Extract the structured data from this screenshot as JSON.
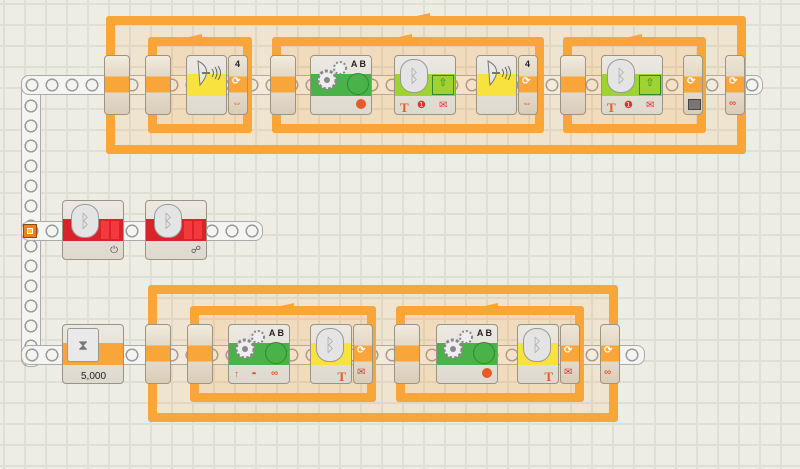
{
  "app": "LEGO MINDSTORMS NXT-G program canvas",
  "start_point": {
    "icon": "sequence-start-icon"
  },
  "top_sequence": {
    "outer_loop": {
      "control": "forever",
      "control_icon": "infinity-icon"
    },
    "loop_1": {
      "control": "count",
      "count_label": "4",
      "control_icon": "counter-icon"
    },
    "loop_2": {
      "control": "count",
      "count_label": "4",
      "control_icon": "counter-icon"
    },
    "loop_3": {
      "control": "sensor",
      "control_icon": "sensor-icon"
    },
    "blocks": [
      {
        "type": "sound",
        "color": "#f7e23e",
        "icon": "speaker-dish-icon"
      },
      {
        "type": "move",
        "color": "#49b249",
        "ports_label": "A B",
        "icon": "gears-icon",
        "status_icon": "stop-icon"
      },
      {
        "type": "bluetooth-send",
        "color": "#9fd430",
        "icon": "bluetooth-send-icon",
        "footer_icons": [
          "text-type-icon",
          "connection-1-icon",
          "mailbox-1-icon"
        ]
      },
      {
        "type": "sound",
        "color": "#f7e23e",
        "icon": "speaker-dish-icon"
      },
      {
        "type": "bluetooth-send",
        "color": "#9fd430",
        "icon": "bluetooth-send-icon",
        "footer_icons": [
          "text-type-icon",
          "connection-1-icon",
          "mailbox-1-icon"
        ]
      }
    ]
  },
  "middle_sequence": {
    "blocks": [
      {
        "type": "bluetooth-connection",
        "color": "#d9222a",
        "icon": "bluetooth-connection-icon",
        "status_icon": "power-icon"
      },
      {
        "type": "bluetooth-connection",
        "color": "#d9222a",
        "icon": "bluetooth-connection-icon",
        "status_icon": "connect-icon"
      }
    ]
  },
  "bottom_sequence": {
    "wait": {
      "type": "wait-time",
      "value_label": "5,000",
      "icon": "hourglass-timer-icon"
    },
    "outer_loop": {
      "control": "forever",
      "control_icon": "infinity-icon"
    },
    "loop_1": {
      "control": "logic",
      "control_icon": "mailbox-2-icon"
    },
    "loop_2": {
      "control": "logic",
      "control_icon": "mailbox-2-icon"
    },
    "blocks": [
      {
        "type": "move",
        "color": "#49b249",
        "ports_label": "A B",
        "icon": "gears-icon",
        "footer_icons": [
          "direction-up-icon",
          "power-gauge-icon",
          "infinity-icon"
        ]
      },
      {
        "type": "bluetooth-receive",
        "color": "#f7e23e",
        "icon": "bluetooth-receive-icon",
        "footer_icons": [
          "text-type-icon"
        ]
      },
      {
        "type": "move",
        "color": "#49b249",
        "ports_label": "A B",
        "icon": "gears-icon",
        "status_icon": "stop-icon"
      },
      {
        "type": "bluetooth-receive",
        "color": "#f7e23e",
        "icon": "bluetooth-receive-icon",
        "footer_icons": [
          "text-type-icon"
        ]
      }
    ]
  }
}
